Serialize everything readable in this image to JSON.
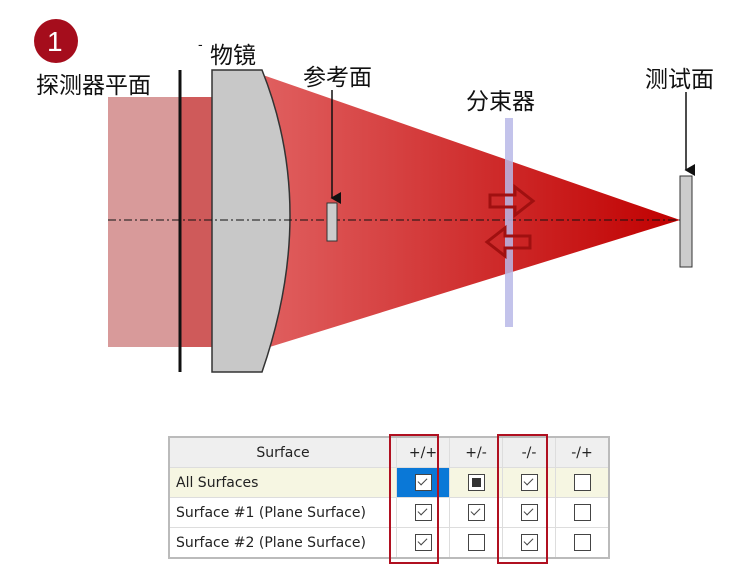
{
  "badge": "1",
  "labels": {
    "detector": "探测器平面",
    "objective": "物镜",
    "objective_prefix": "-",
    "reference": "参考面",
    "splitter": "分束器",
    "test": "测试面"
  },
  "colors": {
    "badge": "#a50d1c",
    "beam": "#c81010",
    "highlight": "#b01020",
    "selected": "#0a78d7"
  },
  "table": {
    "headers": [
      "Surface",
      "+/+",
      "+/-",
      "-/-",
      "-/+"
    ],
    "rows": [
      {
        "name": "All Surfaces",
        "values": [
          "checked",
          "indeterminate",
          "checked",
          "unchecked"
        ]
      },
      {
        "name": "Surface #1 (Plane Surface)",
        "values": [
          "checked",
          "checked",
          "checked",
          "unchecked"
        ]
      },
      {
        "name": "Surface #2 (Plane Surface)",
        "values": [
          "checked",
          "unchecked",
          "checked",
          "unchecked"
        ]
      }
    ]
  }
}
